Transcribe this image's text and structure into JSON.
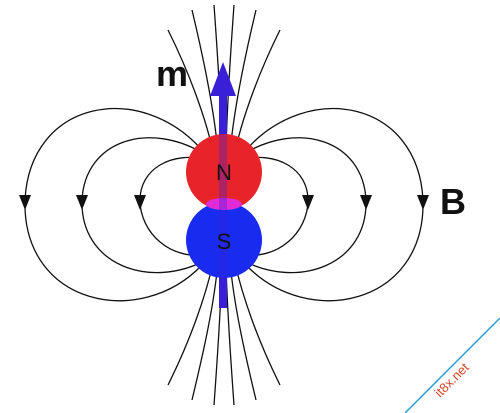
{
  "figure": {
    "moment_label": "m",
    "field_label": "B",
    "north_label": "N",
    "south_label": "S"
  },
  "watermark": {
    "text": "it8x.net"
  },
  "colors": {
    "north_pole": "#e8242a",
    "south_pole": "#1a2bf0",
    "overlap": "#e22bd6",
    "moment_arrow": "#3a1fd8",
    "field_lines": "#111111",
    "watermark_accent": "#2a9fd8",
    "watermark_text": "#d8442a"
  }
}
